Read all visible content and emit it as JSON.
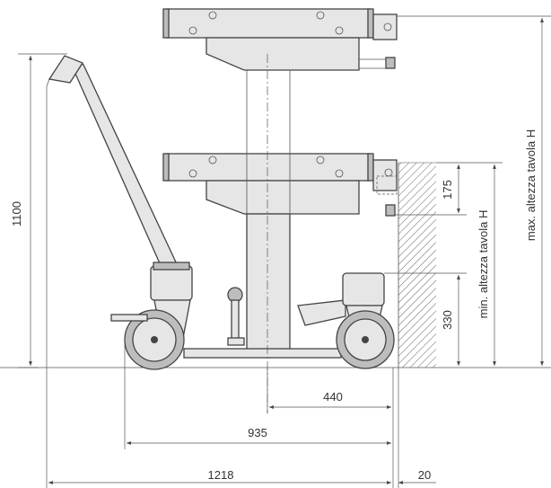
{
  "dimensions": {
    "height_total": "1100",
    "max_table_height_label": "max. altezza tavola H",
    "min_table_height_label": "min. altezza tavola H",
    "stroke_175": "175",
    "height_330": "330",
    "width_440": "440",
    "width_935": "935",
    "width_1218": "1218",
    "offset_20": "20"
  },
  "colors": {
    "line": "#444444",
    "part_fill": "#e6e6e6",
    "dark_fill": "#bdbdbd"
  }
}
